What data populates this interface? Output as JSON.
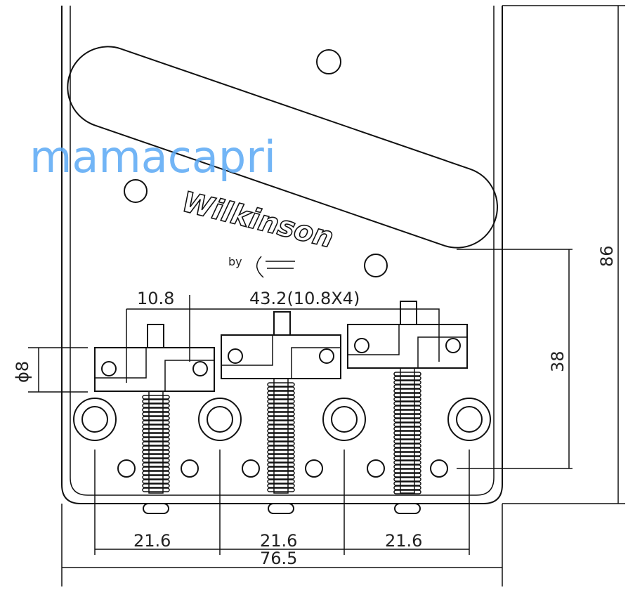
{
  "logo": {
    "brand": "Wilkinson",
    "by": "by"
  },
  "watermark": "mamacapri",
  "dimensions": {
    "saddle_spacing": "10.8",
    "total_spacing": "43.2(10.8X4)",
    "screw_diameter": "ϕ8",
    "hole_to_edge": "38",
    "plate_length": "86",
    "mount_spacing": [
      "21.6",
      "21.6",
      "21.6"
    ],
    "plate_width": "76.5"
  }
}
